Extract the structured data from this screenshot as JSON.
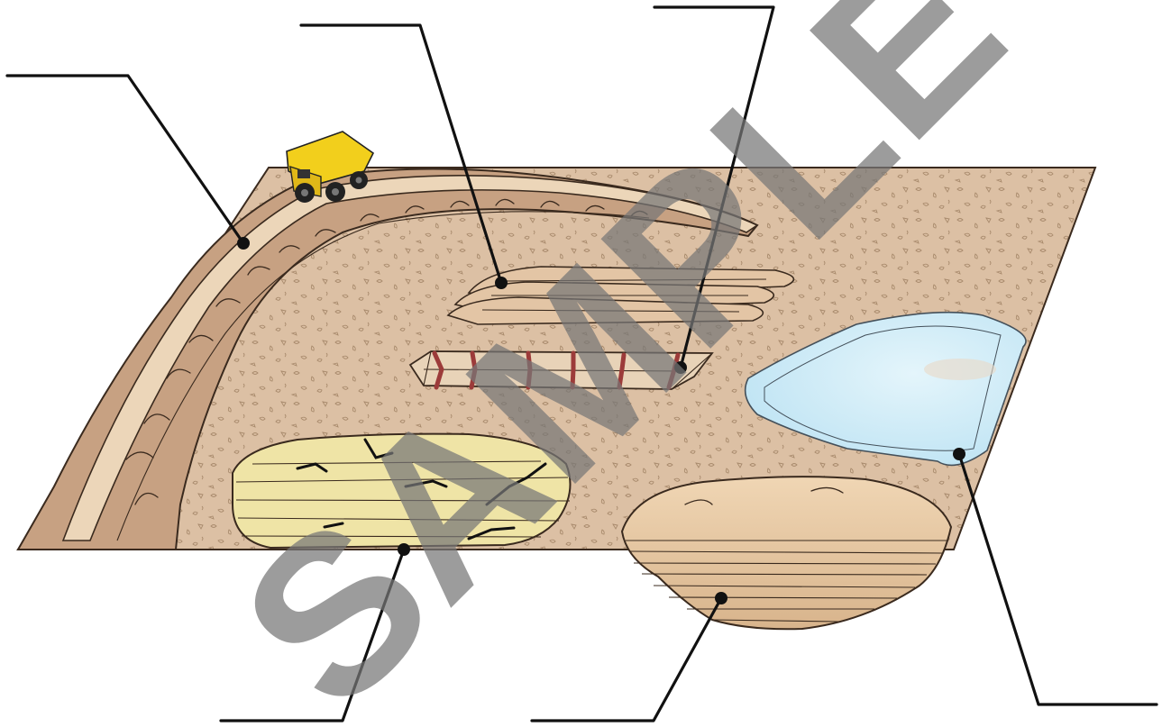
{
  "diagram": {
    "labels": [
      {
        "id": "waste-rock-wall",
        "text": ""
      },
      {
        "id": "stockpiles",
        "text": ""
      },
      {
        "id": "trench",
        "text": ""
      },
      {
        "id": "tailings-pond",
        "text": ""
      },
      {
        "id": "overburden-mound",
        "text": ""
      },
      {
        "id": "cracked-deposit",
        "text": ""
      }
    ],
    "watermark": "SAMPLE",
    "colors": {
      "ground": "#dcc0a4",
      "wall": "#c7a182",
      "road": "#ecd6b9",
      "deposit": "#efe4a6",
      "water": "#c9e9f6",
      "mound": "#e3c29d",
      "truck": "#f2cf1c",
      "watermark": "#777777"
    }
  }
}
